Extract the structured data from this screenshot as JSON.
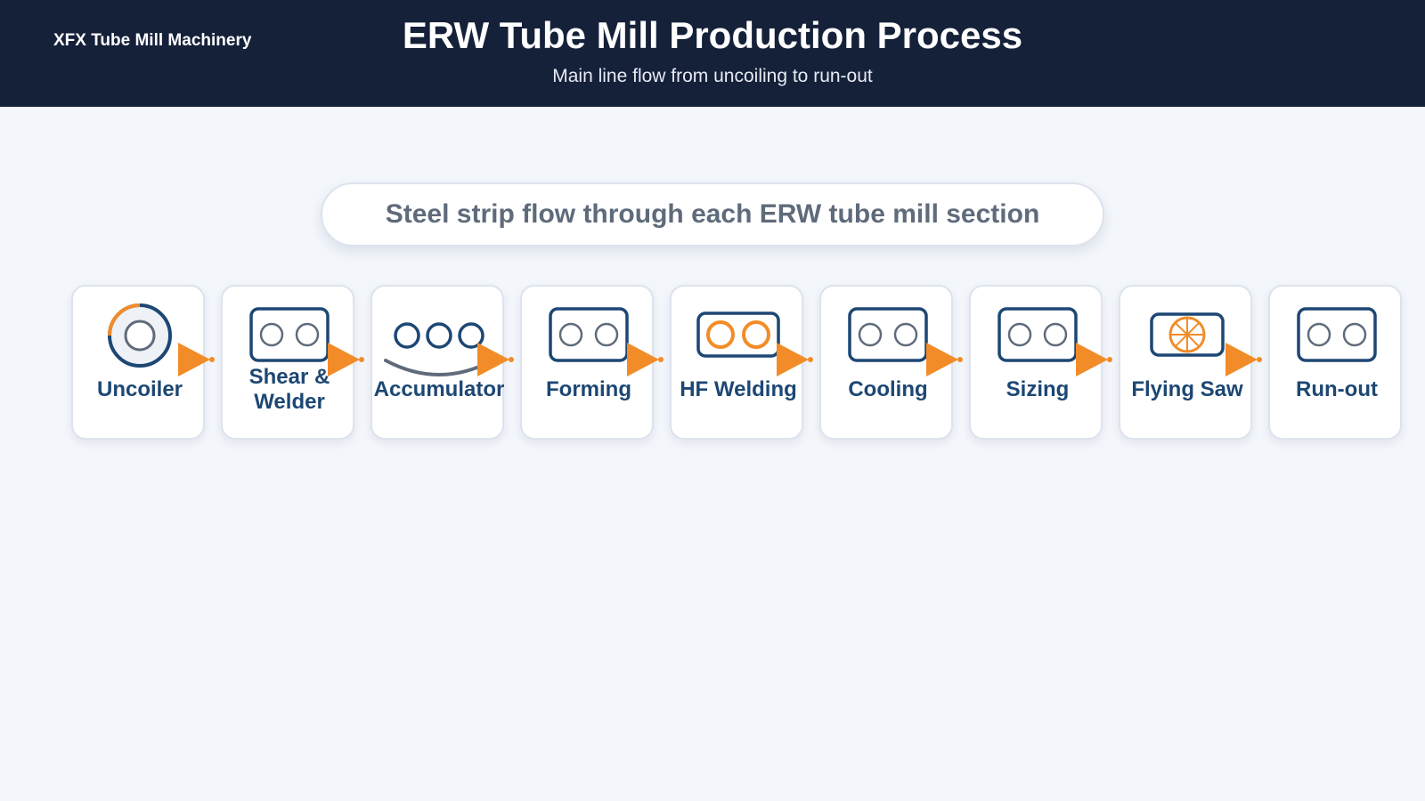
{
  "header": {
    "brand": "XFX Tube Mill Machinery",
    "title": "ERW Tube Mill Production Process",
    "subtitle": "Main line flow from uncoiling to run-out"
  },
  "banner": {
    "text": "Steel strip flow through each ERW tube mill section"
  },
  "colors": {
    "header_bg": "#152039",
    "primary": "#1d4774",
    "accent": "#f28c28",
    "muted": "#5f6b7b",
    "page_bg": "#f3f6fb"
  },
  "stations": [
    {
      "label": "Uncoiler",
      "icon": "coil-icon"
    },
    {
      "label": "Shear & Welder",
      "icon": "roller-pair-icon"
    },
    {
      "label": "Accumulator",
      "icon": "accumulator-loop-icon"
    },
    {
      "label": "Forming",
      "icon": "roller-pair-icon"
    },
    {
      "label": "HF Welding",
      "icon": "hf-welding-rollers-icon"
    },
    {
      "label": "Cooling",
      "icon": "roller-pair-icon"
    },
    {
      "label": "Sizing",
      "icon": "roller-pair-icon"
    },
    {
      "label": "Flying Saw",
      "icon": "saw-blade-icon"
    },
    {
      "label": "Run-out",
      "icon": "roller-pair-icon"
    }
  ],
  "connector_icon": "arrow-right-icon"
}
